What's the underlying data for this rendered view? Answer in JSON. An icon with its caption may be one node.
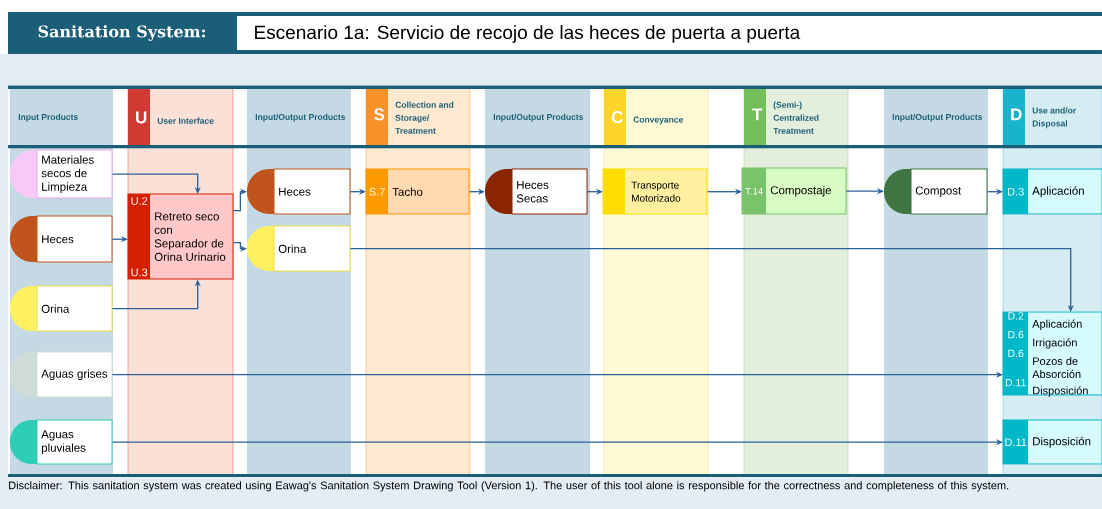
{
  "diagram": {
    "title": "Escenario 1a: Servicio de recojo de las heces de puerta a puerta",
    "caption": "Disclaimer: This sanitation system was created using Eawag's Sanitation System Drawing Tool (Version 1). The user of this tool alone is responsible for the correctness and completeness of this system.",
    "labels": [
      "Sanitation System:"
    ],
    "nodes": [
      {
        "text": [
          "Input Products"
        ]
      },
      {
        "text": [
          "U",
          "User Interface"
        ]
      },
      {
        "text": [
          "Input/Output Products"
        ]
      },
      {
        "text": [
          "S",
          "Collection and Storage/ Treatment"
        ]
      },
      {
        "text": [
          "Input/Output Products"
        ]
      },
      {
        "text": [
          "C",
          "Conveyance"
        ]
      },
      {
        "text": [
          "T",
          "(Semi-) Centralized Treatment"
        ]
      },
      {
        "text": [
          "Input/Output Products"
        ]
      },
      {
        "text": [
          "D",
          "Use and/or Disposal"
        ]
      },
      {
        "text": [
          "Materiales secos de Limpieza"
        ],
        "in": 0
      },
      {
        "text": [
          "Heces"
        ],
        "in": 0
      },
      {
        "text": [
          "Orina"
        ],
        "in": 0
      },
      {
        "text": [
          "Aguas grises"
        ],
        "in": 0
      },
      {
        "text": [
          "Aguas pluviales"
        ],
        "in": 0
      },
      {
        "text": [
          "U.2",
          "Retreto seco con Separador de Orina Urinario",
          "U.3"
        ],
        "in": 1
      },
      {
        "text": [
          "Heces"
        ],
        "in": 2
      },
      {
        "text": [
          "Orina"
        ],
        "in": 2
      },
      {
        "text": [
          "S.7",
          "Tacho"
        ],
        "in": 3
      },
      {
        "text": [
          "Heces Secas"
        ],
        "in": 4
      },
      {
        "text": [
          "Transporte Motorizado"
        ],
        "in": 5
      },
      {
        "text": [
          "T.14",
          "Compostaje"
        ],
        "in": 6
      },
      {
        "text": [
          "Compost"
        ],
        "in": 7
      },
      {
        "text": [
          "D.3",
          "Aplicación"
        ],
        "in": 8
      },
      {
        "text": [
          "D.2",
          "Aplicación",
          "D.6",
          "Irrigación",
          "D.6",
          "Pozos de Absorción",
          "D.11",
          "Disposición"
        ],
        "in": 8
      },
      {
        "text": [
          "D.11",
          "Disposición"
        ],
        "in": 8
      }
    ],
    "edges": [
      {
        "from": 9,
        "to": 14,
        "arrow": "to"
      },
      {
        "from": 10,
        "to": 14,
        "arrow": "to"
      },
      {
        "from": 11,
        "to": 14,
        "arrow": "to"
      },
      {
        "from": 14,
        "to": 15,
        "arrow": "to"
      },
      {
        "from": 14,
        "to": 16,
        "arrow": "to"
      },
      {
        "from": 15,
        "to": 17,
        "arrow": "to"
      },
      {
        "from": 17,
        "to": 18,
        "arrow": "to"
      },
      {
        "from": 18,
        "to": 19,
        "arrow": "to"
      },
      {
        "from": 19,
        "to": 20,
        "arrow": "to"
      },
      {
        "from": 20,
        "to": 21,
        "arrow": "to"
      },
      {
        "from": 21,
        "to": 22,
        "arrow": "to"
      },
      {
        "from": 16,
        "to": 23,
        "arrow": "to"
      },
      {
        "from": 12,
        "to": 23,
        "arrow": "to"
      },
      {
        "from": 13,
        "to": 24,
        "arrow": "to"
      }
    ]
  }
}
